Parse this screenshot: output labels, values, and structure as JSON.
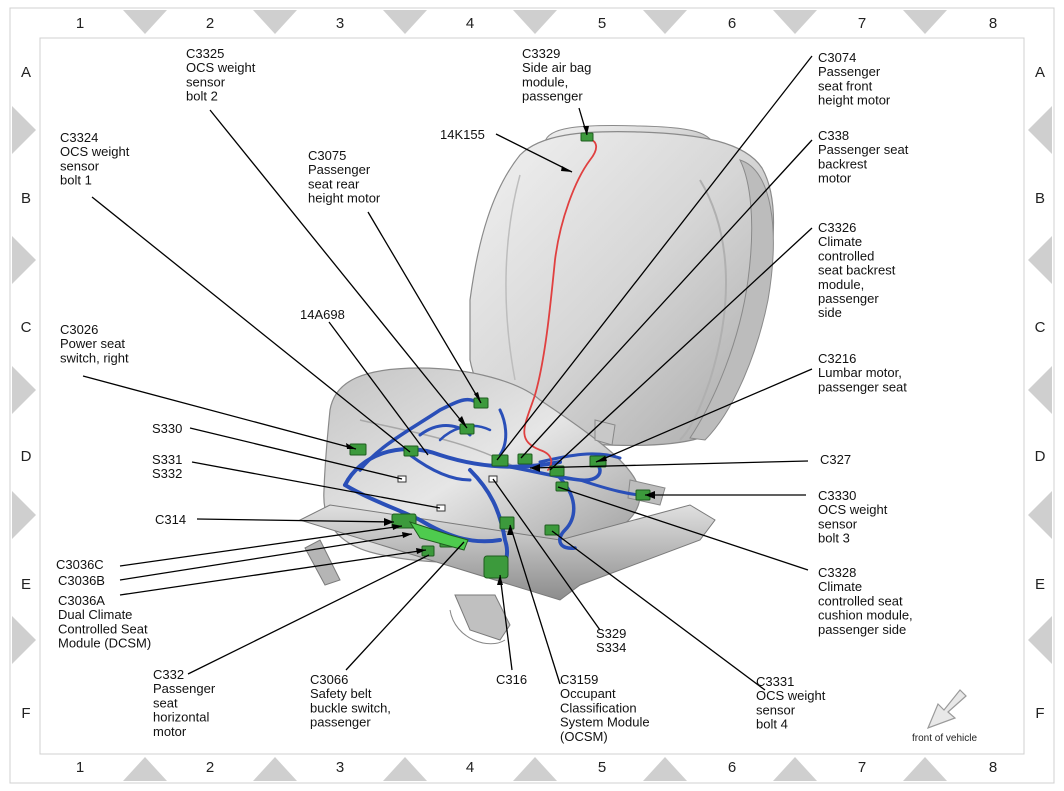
{
  "grid": {
    "columns": [
      "1",
      "2",
      "3",
      "4",
      "5",
      "6",
      "7",
      "8"
    ],
    "rows": [
      "A",
      "B",
      "C",
      "D",
      "E",
      "F"
    ]
  },
  "callouts": {
    "c3325": [
      "C3325",
      "OCS weight",
      "sensor",
      "bolt  2"
    ],
    "c3329": [
      "C3329",
      "Side air bag",
      "module,",
      "passenger"
    ],
    "c3074": [
      "C3074",
      "Passenger",
      "seat front",
      "height motor"
    ],
    "k14k155": [
      "14K155"
    ],
    "c3324": [
      "C3324",
      "OCS weight",
      "sensor",
      "bolt 1"
    ],
    "c3075": [
      "C3075",
      "Passenger",
      "seat rear",
      "height motor"
    ],
    "c338": [
      "C338",
      "Passenger seat",
      "backrest",
      "motor"
    ],
    "c3326": [
      "C3326",
      "Climate",
      "controlled",
      "seat backrest",
      "module,",
      "passenger",
      "side"
    ],
    "a14a698": [
      "14A698"
    ],
    "c3026": [
      "C3026",
      "Power seat",
      "switch, right"
    ],
    "c3216": [
      "C3216",
      "Lumbar motor,",
      "passenger seat"
    ],
    "s330": [
      "S330"
    ],
    "s331": [
      "S331",
      "S332"
    ],
    "c327": [
      "C327"
    ],
    "c3330": [
      "C3330",
      "OCS weight",
      "sensor",
      "bolt  3"
    ],
    "c314": [
      "C314"
    ],
    "c3036c": [
      "C3036C"
    ],
    "c3036b": [
      "C3036B"
    ],
    "c3036a": [
      "C3036A",
      "Dual Climate",
      "Controlled Seat",
      "Module (DCSM)"
    ],
    "c3328": [
      "C3328",
      "Climate",
      "controlled seat",
      "cushion module,",
      "passenger side"
    ],
    "s329": [
      "S329",
      "S334"
    ],
    "c332": [
      "C332",
      "Passenger",
      "seat",
      "horizontal",
      "motor"
    ],
    "c3066": [
      "C3066",
      "Safety belt",
      "buckle switch,",
      "passenger"
    ],
    "c316": [
      "C316"
    ],
    "c3159": [
      "C3159",
      "Occupant",
      "Classification",
      "System Module",
      "(OCSM)"
    ],
    "c3331": [
      "C3331",
      "OCS weight",
      "sensor",
      "bolt  4"
    ]
  },
  "direction_label": "front of vehicle",
  "colors": {
    "harness": "#2a4fb8",
    "connector": "#3c9a3c",
    "airbag_wire": "#e04040",
    "seat_fill": "#d9d9d9",
    "frame": "#c8c8c8"
  }
}
